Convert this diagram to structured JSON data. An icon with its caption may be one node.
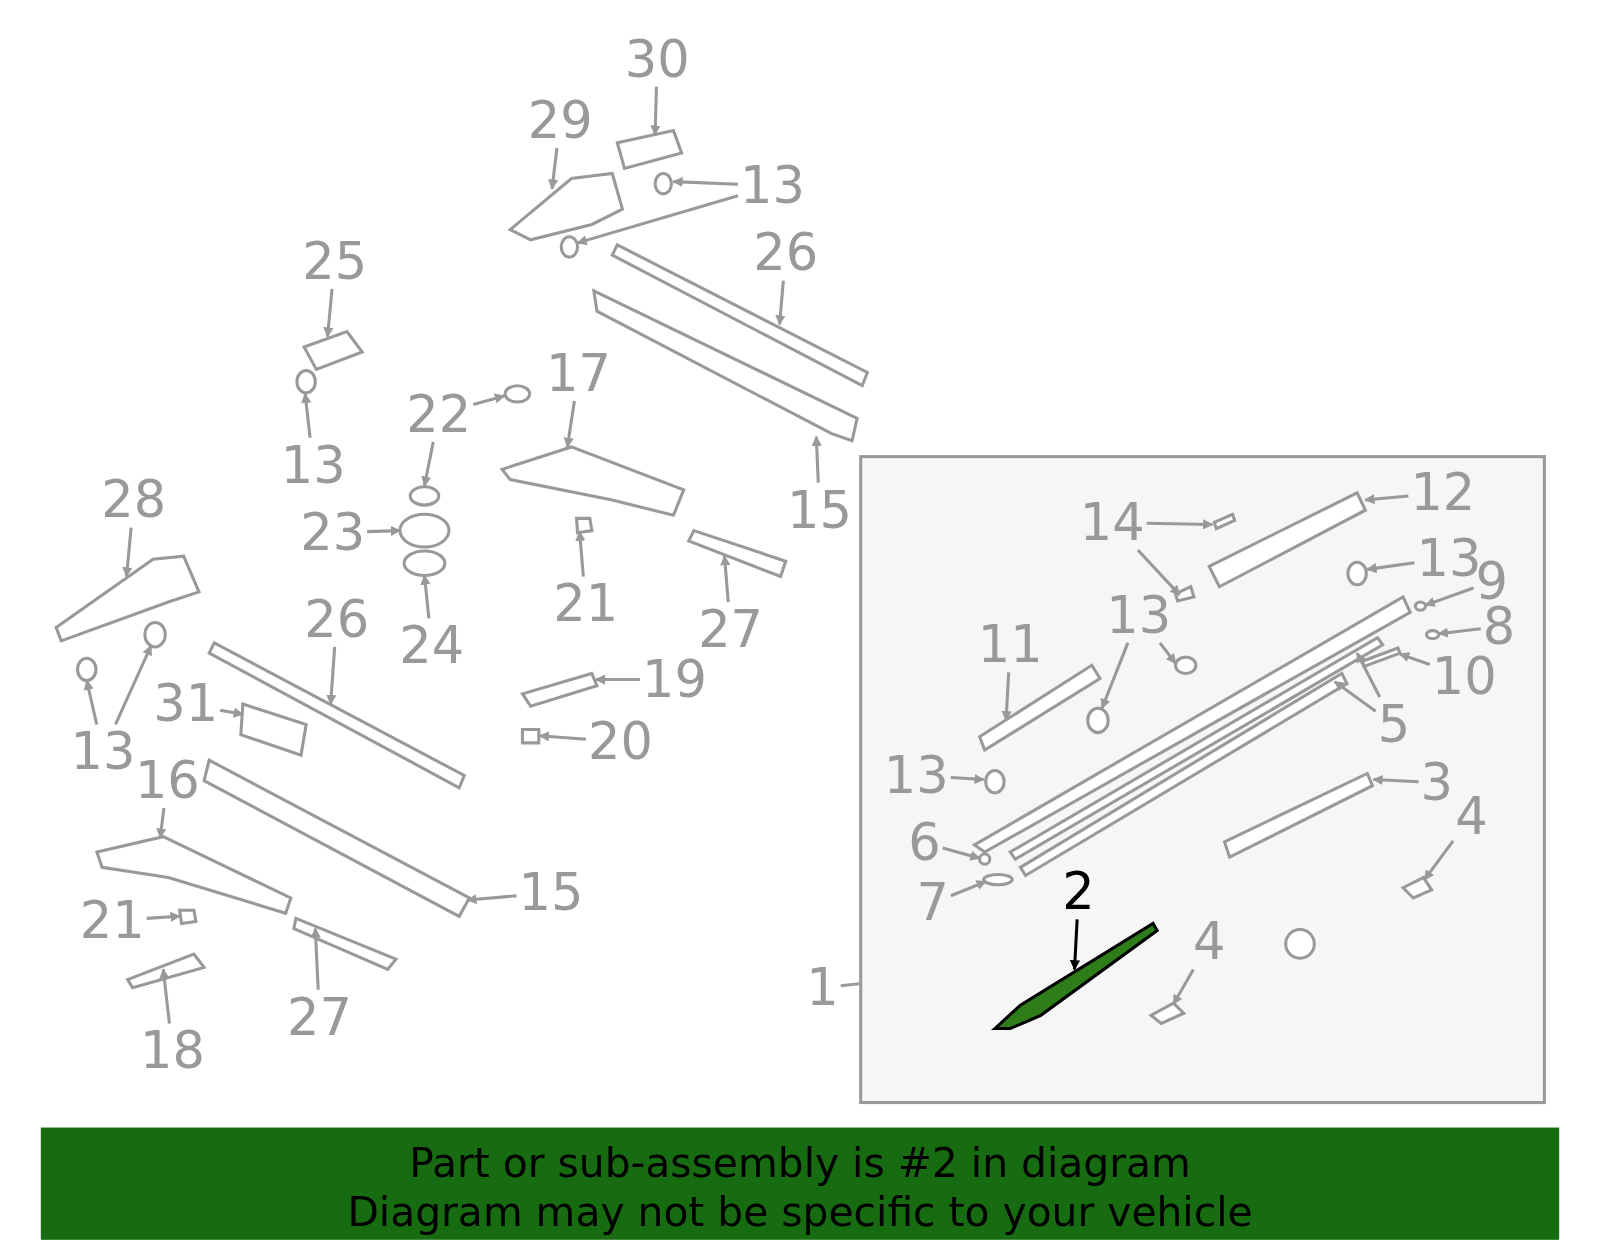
{
  "diagram": {
    "nodes": [
      {
        "text": [],
        "shape": "box"
      },
      {
        "text": [
          "30"
        ]
      },
      {
        "text": [
          "29"
        ]
      },
      {
        "text": [
          "13"
        ]
      },
      {
        "text": [
          "26"
        ]
      },
      {
        "text": [
          "25"
        ]
      },
      {
        "text": [
          "13"
        ]
      },
      {
        "text": [
          "22"
        ]
      },
      {
        "text": [
          "17"
        ]
      },
      {
        "text": [
          "15"
        ]
      },
      {
        "text": [
          "28"
        ]
      },
      {
        "text": [
          "23"
        ]
      },
      {
        "text": [
          "24"
        ]
      },
      {
        "text": [
          "21"
        ]
      },
      {
        "text": [
          "27"
        ]
      },
      {
        "text": [
          "26"
        ]
      },
      {
        "text": [
          "31"
        ]
      },
      {
        "text": [
          "13"
        ]
      },
      {
        "text": [
          "19"
        ]
      },
      {
        "text": [
          "20"
        ]
      },
      {
        "text": [
          "16"
        ]
      },
      {
        "text": [
          "15"
        ]
      },
      {
        "text": [
          "21"
        ]
      },
      {
        "text": [
          "18"
        ]
      },
      {
        "text": [
          "27"
        ]
      },
      {
        "text": [
          "14"
        ],
        "in": 0
      },
      {
        "text": [
          "12"
        ],
        "in": 0
      },
      {
        "text": [
          "13"
        ],
        "in": 0
      },
      {
        "text": [
          "9"
        ],
        "in": 0
      },
      {
        "text": [
          "8"
        ],
        "in": 0
      },
      {
        "text": [
          "11"
        ],
        "in": 0
      },
      {
        "text": [
          "13"
        ],
        "in": 0
      },
      {
        "text": [
          "10"
        ],
        "in": 0
      },
      {
        "text": [
          "5"
        ],
        "in": 0
      },
      {
        "text": [
          "13"
        ],
        "in": 0
      },
      {
        "text": [
          "3"
        ],
        "in": 0
      },
      {
        "text": [
          "6"
        ],
        "in": 0
      },
      {
        "text": [
          "4"
        ],
        "in": 0
      },
      {
        "text": [
          "7"
        ],
        "in": 0
      },
      {
        "text": [
          "2"
        ],
        "in": 0
      },
      {
        "text": [
          "4"
        ],
        "in": 0
      },
      {
        "text": [
          "1"
        ]
      },
      {
        "text": [
          "Part or sub-assembly is #2 in diagram",
          "Diagram may not be specific to your vehicle"
        ]
      },
      {
        "text": [],
        "shape": "box"
      },
      {
        "text": [],
        "shape": "box"
      },
      {
        "text": [],
        "shape": "circle"
      },
      {
        "text": [],
        "shape": "circle"
      },
      {
        "text": [],
        "shape": "box"
      },
      {
        "text": [],
        "shape": "box"
      },
      {
        "text": [],
        "shape": "circle"
      },
      {
        "text": [],
        "shape": "circle"
      },
      {
        "text": [],
        "shape": "circle"
      },
      {
        "text": [],
        "shape": "box"
      },
      {
        "text": [],
        "shape": "box"
      },
      {
        "text": [],
        "shape": "box"
      },
      {
        "text": [],
        "shape": "circle"
      },
      {
        "text": [],
        "shape": "circle"
      },
      {
        "text": [],
        "shape": "box"
      },
      {
        "text": [],
        "shape": "box"
      },
      {
        "text": [],
        "shape": "box"
      },
      {
        "text": [],
        "shape": "box"
      },
      {
        "text": [],
        "shape": "circle"
      },
      {
        "text": [],
        "shape": "circle"
      },
      {
        "text": [],
        "shape": "box"
      },
      {
        "text": [],
        "shape": "box"
      },
      {
        "text": [],
        "shape": "box"
      },
      {
        "text": [],
        "shape": "box"
      },
      {
        "text": [],
        "shape": "box"
      },
      {
        "text": [],
        "shape": "box"
      },
      {
        "text": [],
        "shape": "box"
      },
      {
        "text": [],
        "shape": "box",
        "in": 0
      },
      {
        "text": [],
        "shape": "box",
        "in": 0
      },
      {
        "text": [],
        "shape": "box",
        "in": 0
      },
      {
        "text": [],
        "shape": "circle",
        "in": 0
      },
      {
        "text": [],
        "shape": "circle",
        "in": 0
      },
      {
        "text": [],
        "shape": "circle",
        "in": 0
      },
      {
        "text": [],
        "shape": "box",
        "in": 0
      },
      {
        "text": [],
        "shape": "circle",
        "in": 0
      },
      {
        "text": [],
        "shape": "circle",
        "in": 0
      },
      {
        "text": [],
        "shape": "box",
        "in": 0
      },
      {
        "text": [],
        "shape": "box",
        "in": 0
      },
      {
        "text": [],
        "shape": "box",
        "in": 0
      },
      {
        "text": [],
        "shape": "circle",
        "in": 0
      },
      {
        "text": [],
        "shape": "box",
        "in": 0
      },
      {
        "text": [],
        "shape": "circle",
        "in": 0
      },
      {
        "text": [],
        "shape": "box",
        "in": 0
      },
      {
        "text": [],
        "shape": "circle",
        "in": 0
      },
      {
        "text": [],
        "shape": "box",
        "in": 0
      },
      {
        "text": [],
        "shape": "box",
        "in": 0
      }
    ],
    "edges": [
      {
        "from": 1,
        "to": 43,
        "arrow": "to"
      },
      {
        "from": 2,
        "to": 44,
        "arrow": "to"
      },
      {
        "from": 3,
        "to": 45,
        "arrow": "to"
      },
      {
        "from": 3,
        "to": 46,
        "arrow": "to"
      },
      {
        "from": 4,
        "to": 47,
        "arrow": "to"
      },
      {
        "from": 5,
        "to": 48,
        "arrow": "to"
      },
      {
        "from": 6,
        "to": 49,
        "arrow": "to"
      },
      {
        "from": 7,
        "to": 50,
        "arrow": "to"
      },
      {
        "from": 7,
        "to": 51,
        "arrow": "to"
      },
      {
        "from": 8,
        "to": 52,
        "arrow": "to"
      },
      {
        "from": 9,
        "to": 53,
        "arrow": "to"
      },
      {
        "from": 10,
        "to": 54,
        "arrow": "to"
      },
      {
        "from": 11,
        "to": 55,
        "arrow": "to"
      },
      {
        "from": 12,
        "to": 56,
        "arrow": "to"
      },
      {
        "from": 13,
        "to": 57,
        "arrow": "to"
      },
      {
        "from": 14,
        "to": 58,
        "arrow": "to"
      },
      {
        "from": 15,
        "to": 59,
        "arrow": "to"
      },
      {
        "from": 16,
        "to": 60,
        "arrow": "to"
      },
      {
        "from": 17,
        "to": 61,
        "arrow": "to"
      },
      {
        "from": 17,
        "to": 62,
        "arrow": "to"
      },
      {
        "from": 18,
        "to": 63,
        "arrow": "to"
      },
      {
        "from": 19,
        "to": 64,
        "arrow": "to"
      },
      {
        "from": 20,
        "to": 65,
        "arrow": "to"
      },
      {
        "from": 21,
        "to": 66,
        "arrow": "to"
      },
      {
        "from": 22,
        "to": 67,
        "arrow": "to"
      },
      {
        "from": 23,
        "to": 68,
        "arrow": "to"
      },
      {
        "from": 24,
        "to": 69,
        "arrow": "to"
      },
      {
        "from": 25,
        "to": 70,
        "arrow": "to"
      },
      {
        "from": 25,
        "to": 71,
        "arrow": "to"
      },
      {
        "from": 26,
        "to": 72,
        "arrow": "to"
      },
      {
        "from": 27,
        "to": 73,
        "arrow": "to"
      },
      {
        "from": 28,
        "to": 74,
        "arrow": "to"
      },
      {
        "from": 29,
        "to": 75,
        "arrow": "to"
      },
      {
        "from": 30,
        "to": 76,
        "arrow": "to"
      },
      {
        "from": 31,
        "to": 77,
        "arrow": "to"
      },
      {
        "from": 31,
        "to": 78,
        "arrow": "to"
      },
      {
        "from": 32,
        "to": 79,
        "arrow": "to"
      },
      {
        "from": 33,
        "to": 80,
        "arrow": "to"
      },
      {
        "from": 33,
        "to": 81,
        "arrow": "to"
      },
      {
        "from": 34,
        "to": 82,
        "arrow": "to"
      },
      {
        "from": 35,
        "to": 83,
        "arrow": "to"
      },
      {
        "from": 36,
        "to": 84,
        "arrow": "to"
      },
      {
        "from": 37,
        "to": 85,
        "arrow": "to"
      },
      {
        "from": 38,
        "to": 86,
        "arrow": "to"
      },
      {
        "from": 39,
        "to": 87,
        "arrow": "to",
        "color": "#000000"
      },
      {
        "from": 40,
        "to": 88,
        "arrow": "to"
      },
      {
        "from": 41,
        "to": 0,
        "arrow": "none"
      }
    ]
  }
}
